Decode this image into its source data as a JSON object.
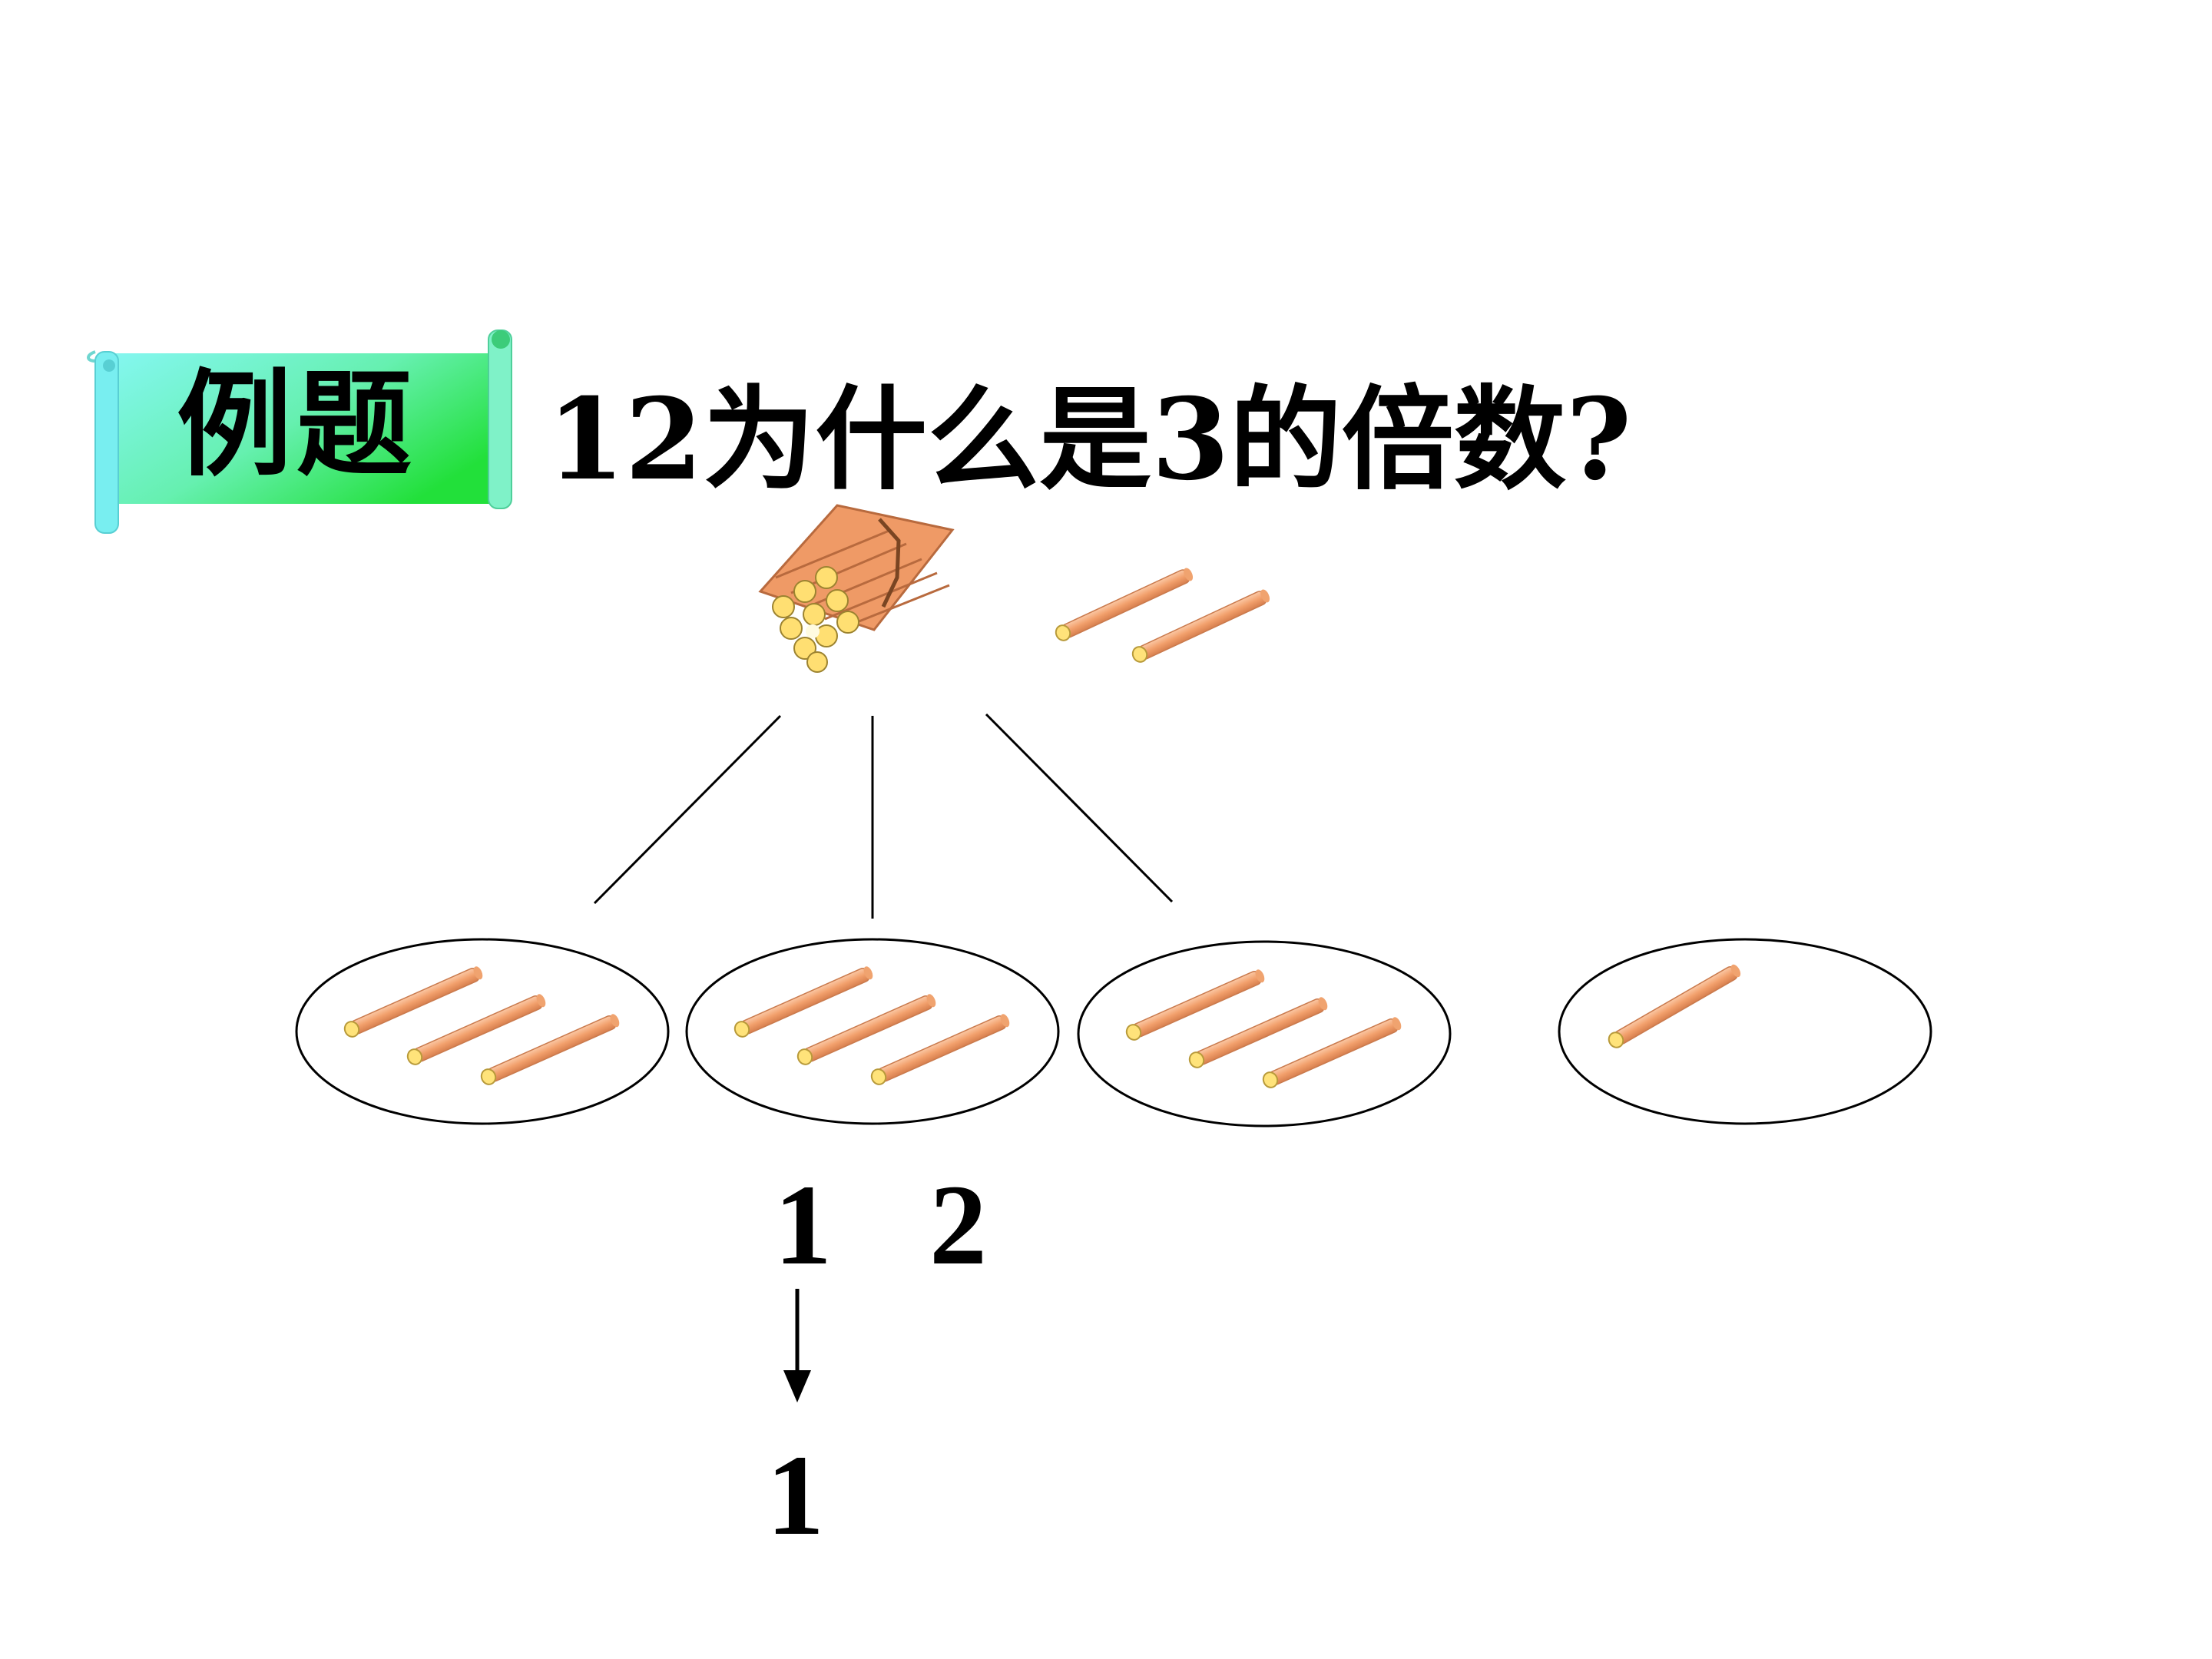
{
  "banner": {
    "label": "例题"
  },
  "question": {
    "text": "12为什么是3的倍数?"
  },
  "numbers": {
    "top_left": "1",
    "top_right": "2",
    "bottom": "1"
  },
  "colors": {
    "banner_gradient_start": "#7ff5f0",
    "banner_gradient_end": "#22e03a",
    "stick_body": "#f4a878",
    "stick_end": "#ffe37a",
    "ink": "#000000"
  },
  "icons": [
    "bundle-of-ten-sticks-icon",
    "single-stick-icon",
    "down-arrow-icon"
  ],
  "groups": {
    "stick_counts": [
      3,
      3,
      3,
      1
    ]
  }
}
